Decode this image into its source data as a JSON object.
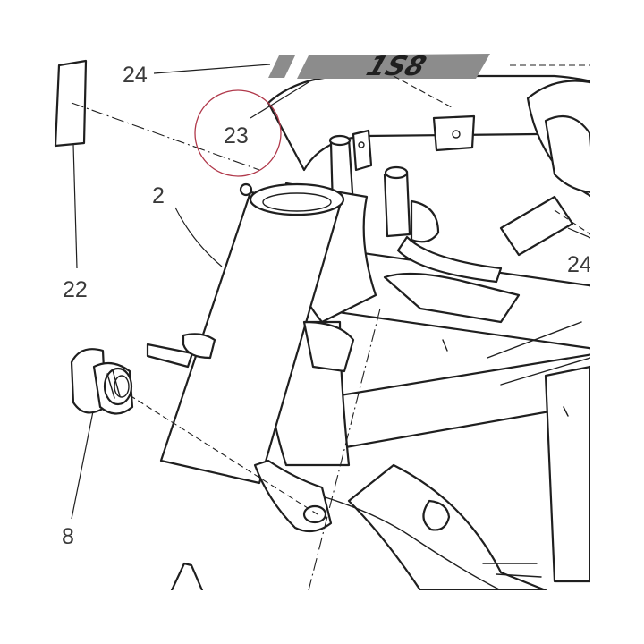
{
  "callouts": {
    "c2": "2",
    "c8": "8",
    "c22": "22",
    "c23": "23",
    "c24_top": "24",
    "c24_right": "24"
  },
  "decal_text": "1S8",
  "highlight_color": "#b0384a",
  "decal_color": "#8c8c8c"
}
